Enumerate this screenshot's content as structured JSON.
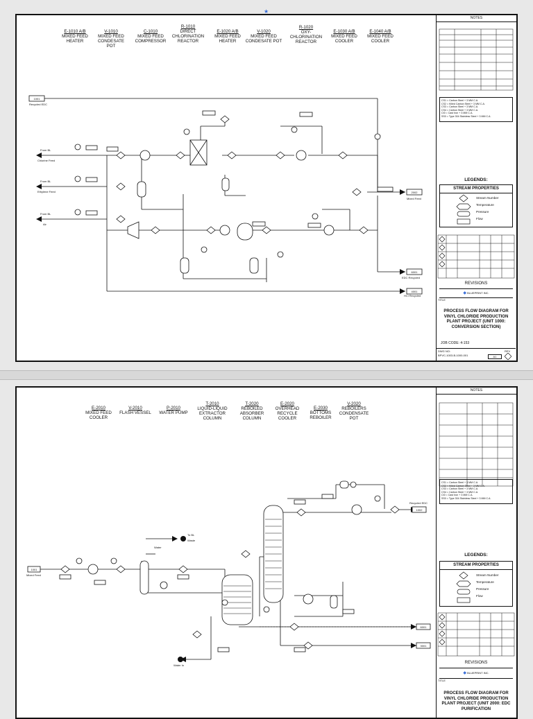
{
  "sheet1": {
    "equipment": [
      {
        "tag": "E-1010 A/B",
        "name": "MIXED FEED HEATER"
      },
      {
        "tag": "V-1010",
        "name": "MIXED FEED CONDESATE POT"
      },
      {
        "tag": "C-1010",
        "name": "MIXED FEED COMPRESSOR"
      },
      {
        "tag": "R-1010",
        "name": "DIRECT CHLORINATION REACTOR"
      },
      {
        "tag": "E-1020 A/B",
        "name": "MIXED FEED HEATER"
      },
      {
        "tag": "V-1020",
        "name": "MIXED FEED CONDESATE POT"
      },
      {
        "tag": "R-1020",
        "name": "OXY-CHLORINATION REACTOR"
      },
      {
        "tag": "E-1030 A/B",
        "name": "MIXED FEED COOLER"
      },
      {
        "tag": "E-1040 A/B",
        "name": "MIXED FEED COOLER"
      }
    ],
    "notes_title": "NOTES",
    "legends_title": "LEGENDS:",
    "stream_properties_title": "STREAM PROPERTIES",
    "stream_properties": [
      "Stream Number",
      "Temperature",
      "Pressure",
      "Flow"
    ],
    "revisions_label": "REVISIONS",
    "company": "BLUEPRINT INC.",
    "title_label": "TITLE",
    "title": "PROCESS FLOW DIAGRAM FOR VINYL CHLORIDE PRODUCTION PLANT PROJECT (UNIT 1000: CONVERSION SECTION)",
    "job_code": "JOB CODE: 4-153",
    "dwg_no_label": "DWG NO:",
    "dwg_no": "BPVC-1003-B-1000-001",
    "size": "A1",
    "rev_label": "REV",
    "streams": {
      "recycled_edc": "Recycled EDC",
      "from_bl_chlorine": "From BL",
      "chlorine_feed": "Chlorine Feed",
      "from_bl_ethylene": "From BL",
      "ethylene_feed": "Ethylene Feed",
      "from_bl_air": "From BL",
      "air": "Air",
      "mixed_feed": "Mixed Feed",
      "edc_recycled": "EDC Recycled",
      "hcl_recycled": "HCl Recycled"
    },
    "stream_numbers": {
      "s1": "1001",
      "s2": "2002",
      "s3": "6001",
      "s4": "4001"
    }
  },
  "sheet2": {
    "equipment": [
      {
        "tag": "E-2010",
        "name": "MIXED FEED COOLER"
      },
      {
        "tag": "V-2010",
        "name": "FLASH VESSEL"
      },
      {
        "tag": "P-2010",
        "name": "WATER PUMP"
      },
      {
        "tag": "T-2010",
        "name": "LIQUID-LIQUID EXTRACTOR COLUMN"
      },
      {
        "tag": "T-2020",
        "name": "REBOILED ABSORBER COLUMN"
      },
      {
        "tag": "E-2020",
        "name": "OVERHEAD RECYCLE COOLER"
      },
      {
        "tag": "E-2030",
        "name": "BOTTOMS REBOILER"
      },
      {
        "tag": "V-2020",
        "name": "REBOILERS CONDENSATE POT"
      }
    ],
    "notes_title": "NOTES",
    "legends_title": "LEGENDS:",
    "stream_properties_title": "STREAM PROPERTIES",
    "stream_properties": [
      "Stream Number",
      "Temperature",
      "Pressure",
      "Flow"
    ],
    "revisions_label": "REVISIONS",
    "company": "BLUEPRINT INC.",
    "title_label": "TITLE",
    "title": "PROCESS FLOW DIAGRAM FOR VINYL CHLORIDE PRODUCTION PLANT PROJECT (UNIT 2000: EDC PURIFICATION",
    "streams": {
      "recycled_edc": "Recycled EDC",
      "mixed_feed": "Mixed Feed",
      "to_bl": "To BL",
      "waste": "Waste",
      "water": "Water",
      "water_in": "Water In"
    },
    "stream_numbers": {
      "s1": "1001",
      "s2": "1002",
      "s3": "6001",
      "s4": "3001"
    }
  },
  "material_notes": [
    "CS1 = Carbon Steel + 3 MM C.A.",
    "CS2 = Killed Carbon Steel + 3 MM C.A.",
    "CS3 = Carbon Steel + 3 MM C.A.",
    "CS4 = Carbon Steel + 3 MM C.A.",
    "CI0 = Cast Iron + 3 MM C.A.",
    "SS0 = Type 304 Stainless Steel + 3 MM C.A."
  ]
}
